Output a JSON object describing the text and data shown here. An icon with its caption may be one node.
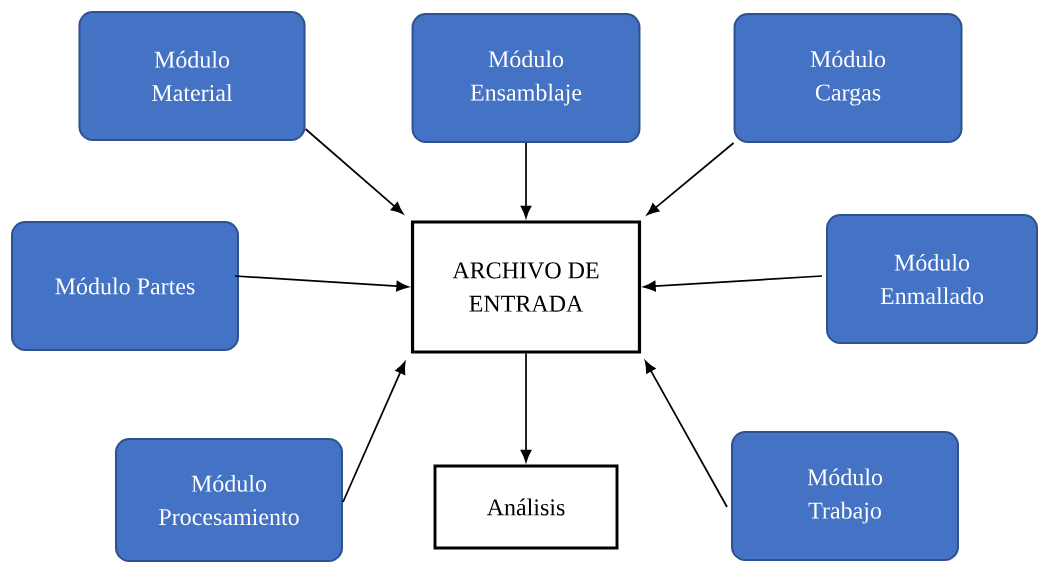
{
  "diagram": {
    "nodes": [
      {
        "text": [
          "Módulo Material"
        ]
      },
      {
        "text": [
          "Módulo Ensamblaje"
        ]
      },
      {
        "text": [
          "Módulo Cargas"
        ]
      },
      {
        "text": [
          "Módulo Partes"
        ]
      },
      {
        "text": [
          "ARCHIVO DE ENTRADA"
        ]
      },
      {
        "text": [
          "Módulo Enmallado"
        ]
      },
      {
        "text": [
          "Módulo Procesamiento"
        ]
      },
      {
        "text": [
          "Análisis"
        ]
      },
      {
        "text": [
          "Módulo Trabajo"
        ]
      }
    ],
    "edges": [
      {
        "from": 0,
        "to": 4,
        "arrow": "to"
      },
      {
        "from": 1,
        "to": 4,
        "arrow": "to"
      },
      {
        "from": 2,
        "to": 4,
        "arrow": "to"
      },
      {
        "from": 3,
        "to": 4,
        "arrow": "to"
      },
      {
        "from": 5,
        "to": 4,
        "arrow": "to"
      },
      {
        "from": 6,
        "to": 4,
        "arrow": "to"
      },
      {
        "from": 8,
        "to": 4,
        "arrow": "to"
      },
      {
        "from": 4,
        "to": 7,
        "arrow": "to"
      }
    ]
  }
}
